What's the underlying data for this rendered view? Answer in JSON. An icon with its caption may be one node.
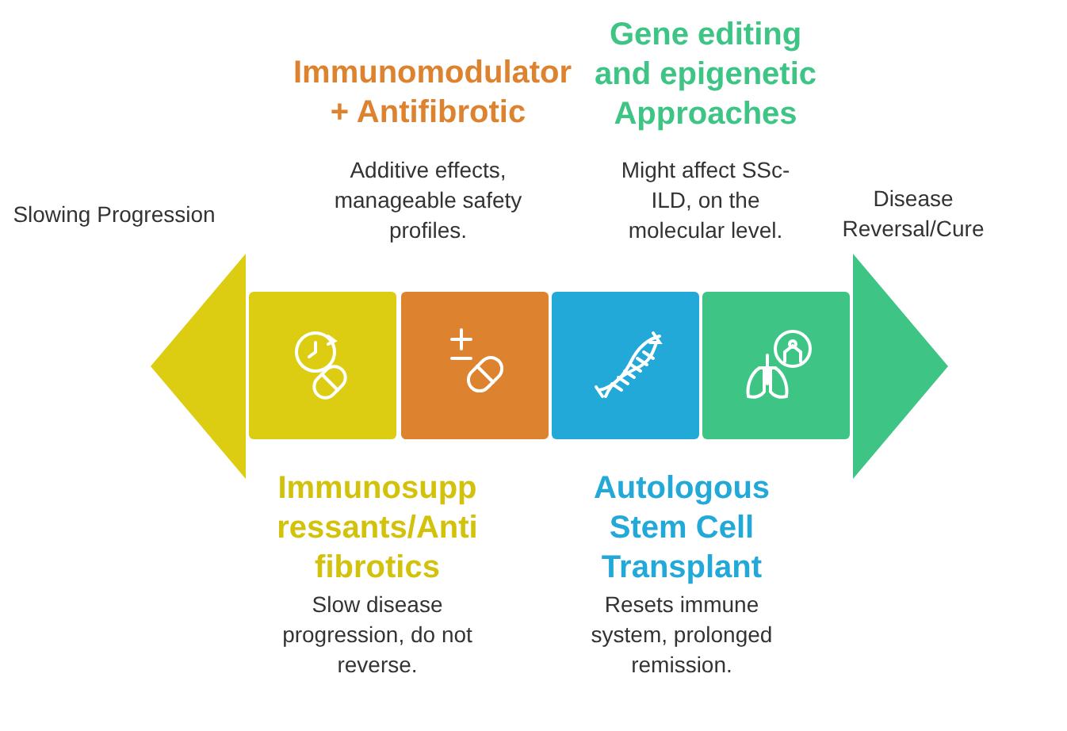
{
  "diagram": {
    "nodes": [
      {
        "text": [
          "Immunosuppressants/Antifibrotics",
          "Slow disease progression, do not reverse."
        ]
      },
      {
        "text": [
          "Immunomodulator + Antifibrotic",
          "Additive effects, manageable safety profiles."
        ]
      },
      {
        "text": [
          "Autologous Stem Cell Transplant",
          "Resets immune system, prolonged remission."
        ]
      },
      {
        "text": [
          "Gene editing and epigenetic Approaches",
          "Might affect SSc-ILD, on the molecular level."
        ]
      }
    ],
    "labels": [
      "Slowing Progression",
      "Disease Reversal/Cure"
    ]
  }
}
